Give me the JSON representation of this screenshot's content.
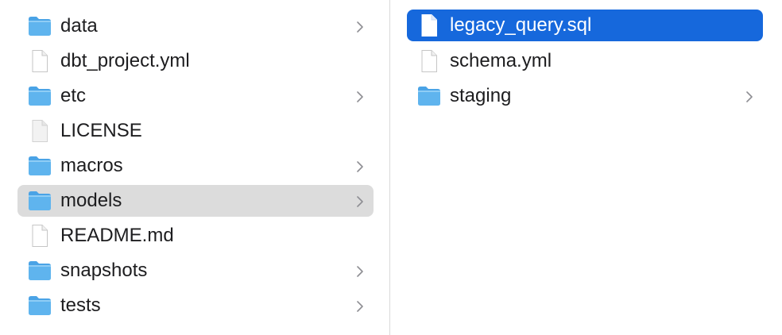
{
  "columns": [
    {
      "items": [
        {
          "name": "data",
          "kind": "folder",
          "chevron": true
        },
        {
          "name": "dbt_project.yml",
          "kind": "file",
          "chevron": false
        },
        {
          "name": "etc",
          "kind": "folder",
          "chevron": true
        },
        {
          "name": "LICENSE",
          "kind": "file-gray",
          "chevron": false
        },
        {
          "name": "macros",
          "kind": "folder",
          "chevron": true
        },
        {
          "name": "models",
          "kind": "folder",
          "chevron": true,
          "selected": "inactive"
        },
        {
          "name": "README.md",
          "kind": "file",
          "chevron": false
        },
        {
          "name": "snapshots",
          "kind": "folder",
          "chevron": true
        },
        {
          "name": "tests",
          "kind": "folder",
          "chevron": true
        }
      ]
    },
    {
      "items": [
        {
          "name": "legacy_query.sql",
          "kind": "file",
          "chevron": false,
          "selected": "active"
        },
        {
          "name": "schema.yml",
          "kind": "file",
          "chevron": false
        },
        {
          "name": "staging",
          "kind": "folder",
          "chevron": true
        }
      ]
    }
  ],
  "colors": {
    "selection_active": "#1668dc",
    "selection_inactive": "#dcdcdc",
    "folder": "#5fb4ee"
  }
}
